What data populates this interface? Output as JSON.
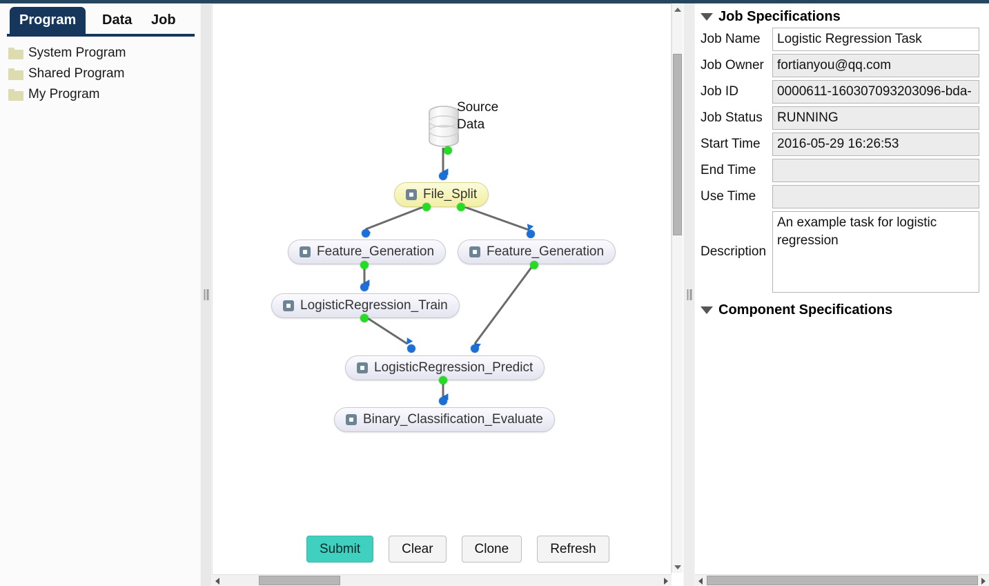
{
  "left_panel": {
    "tabs": [
      {
        "label": "Program",
        "active": true
      },
      {
        "label": "Data",
        "active": false
      },
      {
        "label": "Job",
        "active": false
      }
    ],
    "tree_items": [
      {
        "label": "System Program",
        "icon": "folder-icon"
      },
      {
        "label": "Shared Program",
        "icon": "folder-icon"
      },
      {
        "label": "My Program",
        "icon": "folder-icon"
      }
    ]
  },
  "canvas": {
    "source_node": {
      "label_line1": "Source",
      "label_line2": "Data",
      "icon": "database-cylinder-icon"
    },
    "nodes": [
      {
        "id": "file_split",
        "label": "File_Split",
        "selected": true
      },
      {
        "id": "feature_generation_left",
        "label": "Feature_Generation",
        "selected": false
      },
      {
        "id": "feature_generation_right",
        "label": "Feature_Generation",
        "selected": false
      },
      {
        "id": "logisticregression_train",
        "label": "LogisticRegression_Train",
        "selected": false
      },
      {
        "id": "logisticregression_predict",
        "label": "LogisticRegression_Predict",
        "selected": false
      },
      {
        "id": "binary_classification_evaluate",
        "label": "Binary_Classification_Evaluate",
        "selected": false
      }
    ],
    "buttons": [
      {
        "id": "submit",
        "label": "Submit",
        "primary": true
      },
      {
        "id": "clear",
        "label": "Clear",
        "primary": false
      },
      {
        "id": "clone",
        "label": "Clone",
        "primary": false
      },
      {
        "id": "refresh",
        "label": "Refresh",
        "primary": false
      }
    ]
  },
  "right_panel": {
    "job_section_title": "Job Specifications",
    "component_section_title": "Component Specifications",
    "fields": {
      "job_name_label": "Job Name",
      "job_name_value": "Logistic Regression Task",
      "job_owner_label": "Job Owner",
      "job_owner_value": "fortianyou@qq.com",
      "job_id_label": "Job ID",
      "job_id_value": "0000611-160307093203096-bda-",
      "job_status_label": "Job Status",
      "job_status_value": "RUNNING",
      "start_time_label": "Start Time",
      "start_time_value": "2016-05-29 16:26:53",
      "end_time_label": "End Time",
      "end_time_value": "",
      "use_time_label": "Use Time",
      "use_time_value": "",
      "description_label": "Description",
      "description_value": "An example task for logistic regression"
    }
  },
  "colors": {
    "accent_navy": "#16365c",
    "submit_teal": "#3fd0bf",
    "selected_node_yellow": "#f6f4b8",
    "port_out_green": "#22dd22",
    "port_in_blue": "#1a6fd8",
    "folder_khaki": "#dcdcb0"
  }
}
